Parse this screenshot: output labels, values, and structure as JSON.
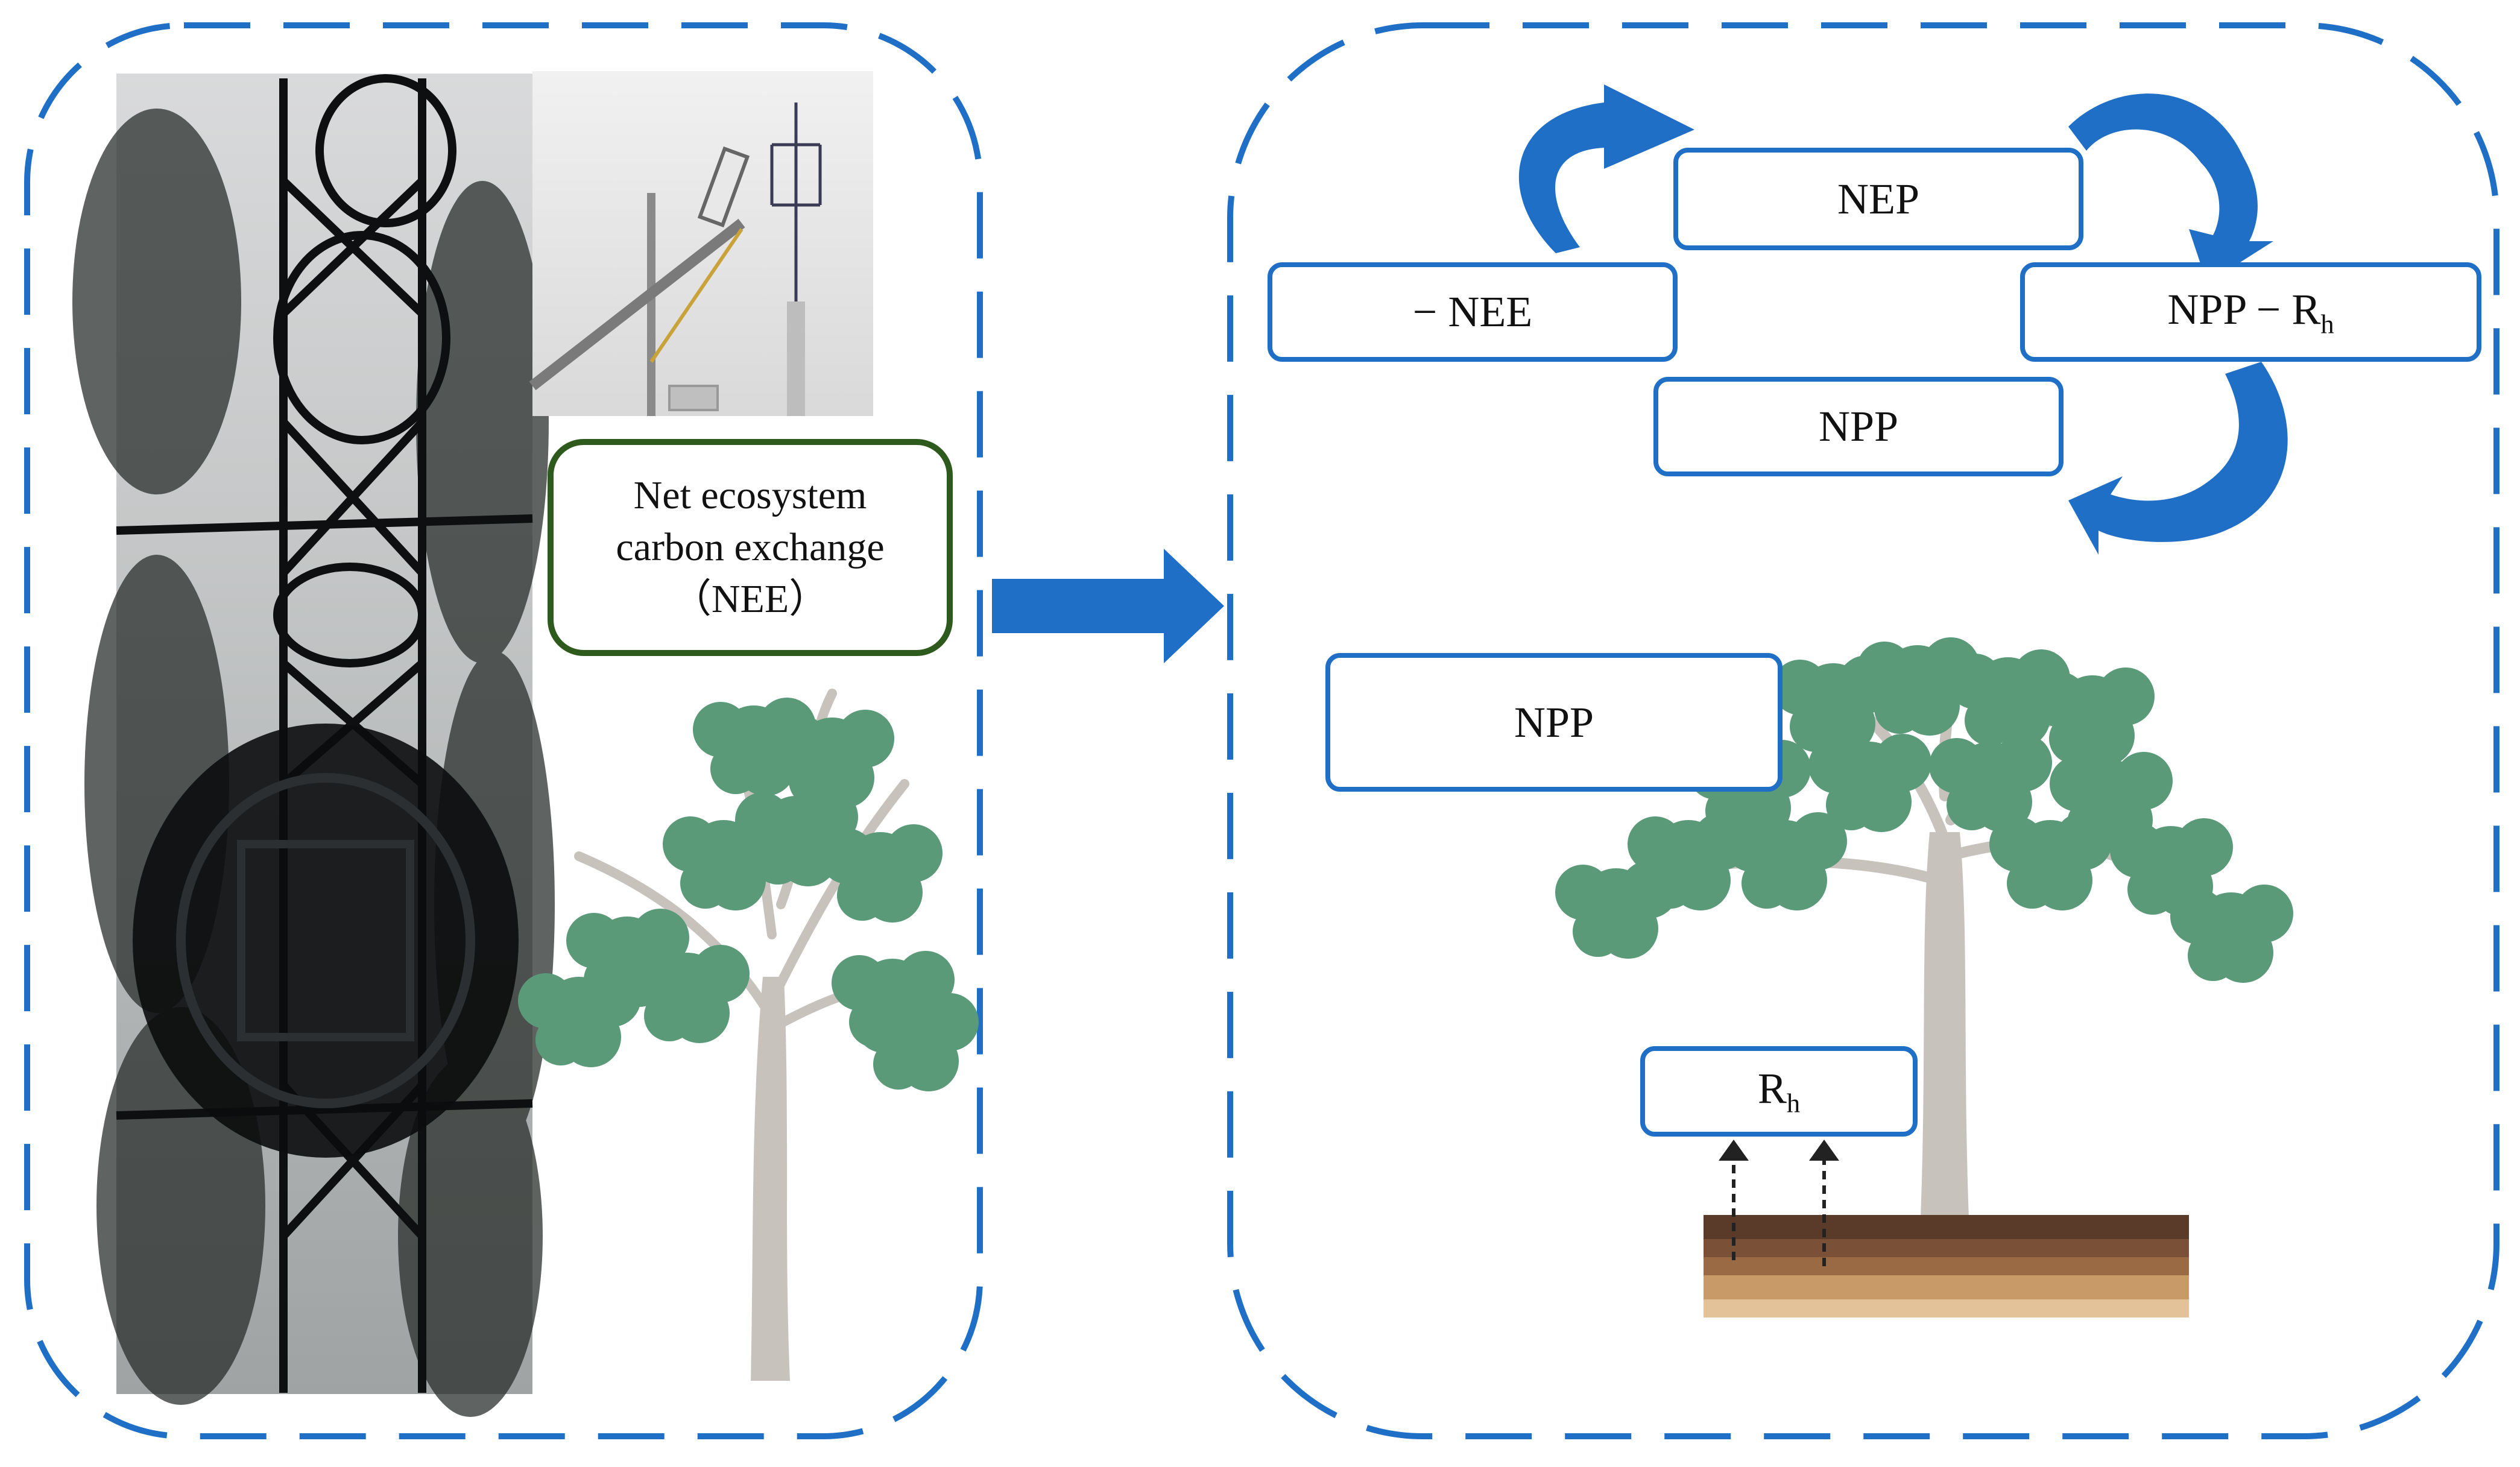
{
  "panel_left": {
    "box_lines": [
      "Net ecosystem",
      "carbon exchange",
      "（NEE）"
    ]
  },
  "panel_right": {
    "cycle": {
      "nep": "NEP",
      "neg_nee": "− NEE",
      "npp_minus_rh": {
        "base": "NPP − R",
        "sub": "h"
      },
      "npp": "NPP"
    },
    "npp_label": "NPP",
    "rh_label": {
      "base": "R",
      "sub": "h"
    }
  },
  "colors": {
    "panel_border": "#1f6fc6",
    "box_border": "#1f6fc6",
    "green_border": "#2f5a1d",
    "arrow_blue": "#1f6fc6",
    "foliage": "#5a9a78",
    "trunk": "#c8c2bd"
  },
  "icons": {
    "tower": "flux-tower-photo",
    "sensor": "eddy-covariance-sensor-photo",
    "tree": "tree-illustration",
    "soil": "soil-profile"
  }
}
